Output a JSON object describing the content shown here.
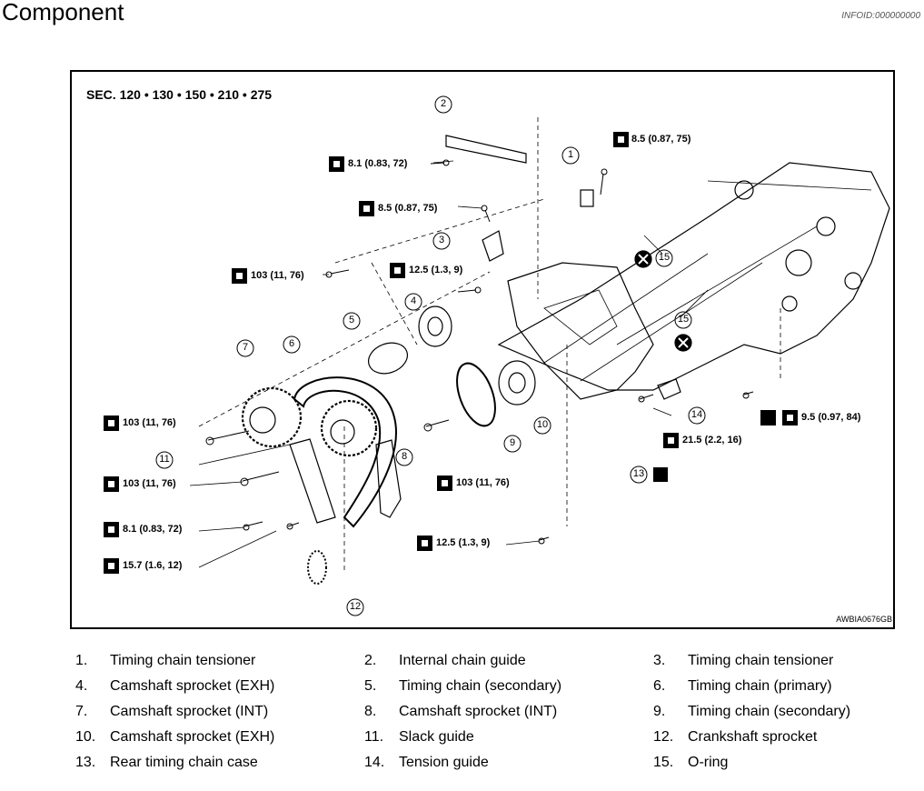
{
  "header": {
    "title": "Component",
    "info_id": "INFOID:000000000"
  },
  "figure": {
    "section": "SEC. 120 • 130 • 150 • 210 • 275",
    "figure_id": "AWBIA0676GB",
    "torque_labels": [
      "8.1 (0.83, 72)",
      "8.5 (0.87, 75)",
      "8.5 (0.87, 75)",
      "103 (11, 76)",
      "12.5 (1.3, 9)",
      "103 (11, 76)",
      "103 (11, 76)",
      "103 (11, 76)",
      "8.1 (0.83, 72)",
      "15.7 (1.6, 12)",
      "12.5 (1.3, 9)",
      "21.5 (2.2, 16)",
      "9.5 (0.97, 84)"
    ],
    "callouts": [
      "1",
      "2",
      "3",
      "4",
      "5",
      "6",
      "7",
      "8",
      "9",
      "10",
      "11",
      "12",
      "13",
      "14",
      "15",
      "15"
    ]
  },
  "legend": [
    {
      "num": "1.",
      "text": "Timing chain tensioner"
    },
    {
      "num": "2.",
      "text": "Internal chain guide"
    },
    {
      "num": "3.",
      "text": "Timing chain tensioner"
    },
    {
      "num": "4.",
      "text": "Camshaft sprocket (EXH)"
    },
    {
      "num": "5.",
      "text": "Timing chain (secondary)"
    },
    {
      "num": "6.",
      "text": "Timing chain (primary)"
    },
    {
      "num": "7.",
      "text": "Camshaft sprocket (INT)"
    },
    {
      "num": "8.",
      "text": "Camshaft sprocket (INT)"
    },
    {
      "num": "9.",
      "text": "Timing chain (secondary)"
    },
    {
      "num": "10.",
      "text": "Camshaft sprocket (EXH)"
    },
    {
      "num": "11.",
      "text": "Slack guide"
    },
    {
      "num": "12.",
      "text": "Crankshaft sprocket"
    },
    {
      "num": "13.",
      "text": "Rear timing chain case"
    },
    {
      "num": "14.",
      "text": "Tension guide"
    },
    {
      "num": "15.",
      "text": "O-ring"
    }
  ]
}
